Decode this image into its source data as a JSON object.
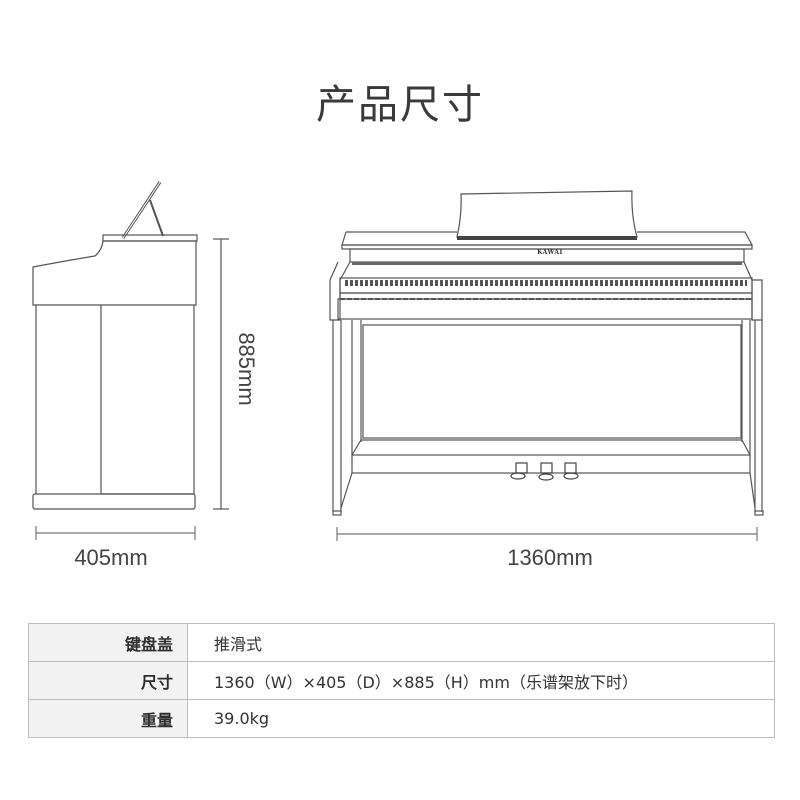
{
  "page": {
    "title": "产品尺寸"
  },
  "drawing": {
    "brand_label": "KAWAI",
    "side_view": {
      "width_label": "405mm",
      "height_label": "885mm"
    },
    "front_view": {
      "width_label": "1360mm"
    },
    "line_color": "#555555"
  },
  "specs": {
    "rows": [
      {
        "key": "键盘盖",
        "value": "推滑式"
      },
      {
        "key": "尺寸",
        "value": "1360（W）×405（D）×885（H）mm（乐谱架放下时）"
      },
      {
        "key": "重量",
        "value": "39.0kg"
      }
    ]
  }
}
